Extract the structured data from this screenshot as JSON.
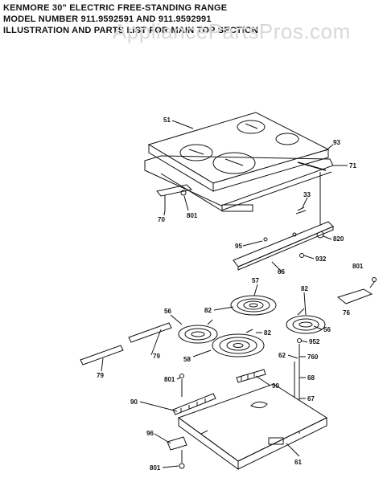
{
  "header": {
    "line1": "KENMORE 30\" ELECTRIC FREE-STANDING RANGE",
    "line2": "MODEL NUMBER 911.9592591 AND 911.9592991",
    "line3": "ILLUSTRATION AND PARTS LIST FOR MAIN TOP SECTION"
  },
  "watermark": "AppliancePartsPros.com",
  "callouts": {
    "c51": "51",
    "c93": "93",
    "c71": "71",
    "c70": "70",
    "c801a": "801",
    "c33": "33",
    "c95": "95",
    "c820": "820",
    "c66": "66",
    "c932": "932",
    "c801b": "801",
    "c76": "76",
    "c57": "57",
    "c82a": "82",
    "c56a": "56",
    "c82b": "82",
    "c82c": "82",
    "c56b": "56",
    "c952": "952",
    "c79a": "79",
    "c58": "58",
    "c62": "62",
    "c760": "760",
    "c79b": "79",
    "c801c": "801",
    "c68": "68",
    "c90a": "90",
    "c90b": "90",
    "c67": "67",
    "c96": "96",
    "c61": "61",
    "c801d": "801"
  }
}
